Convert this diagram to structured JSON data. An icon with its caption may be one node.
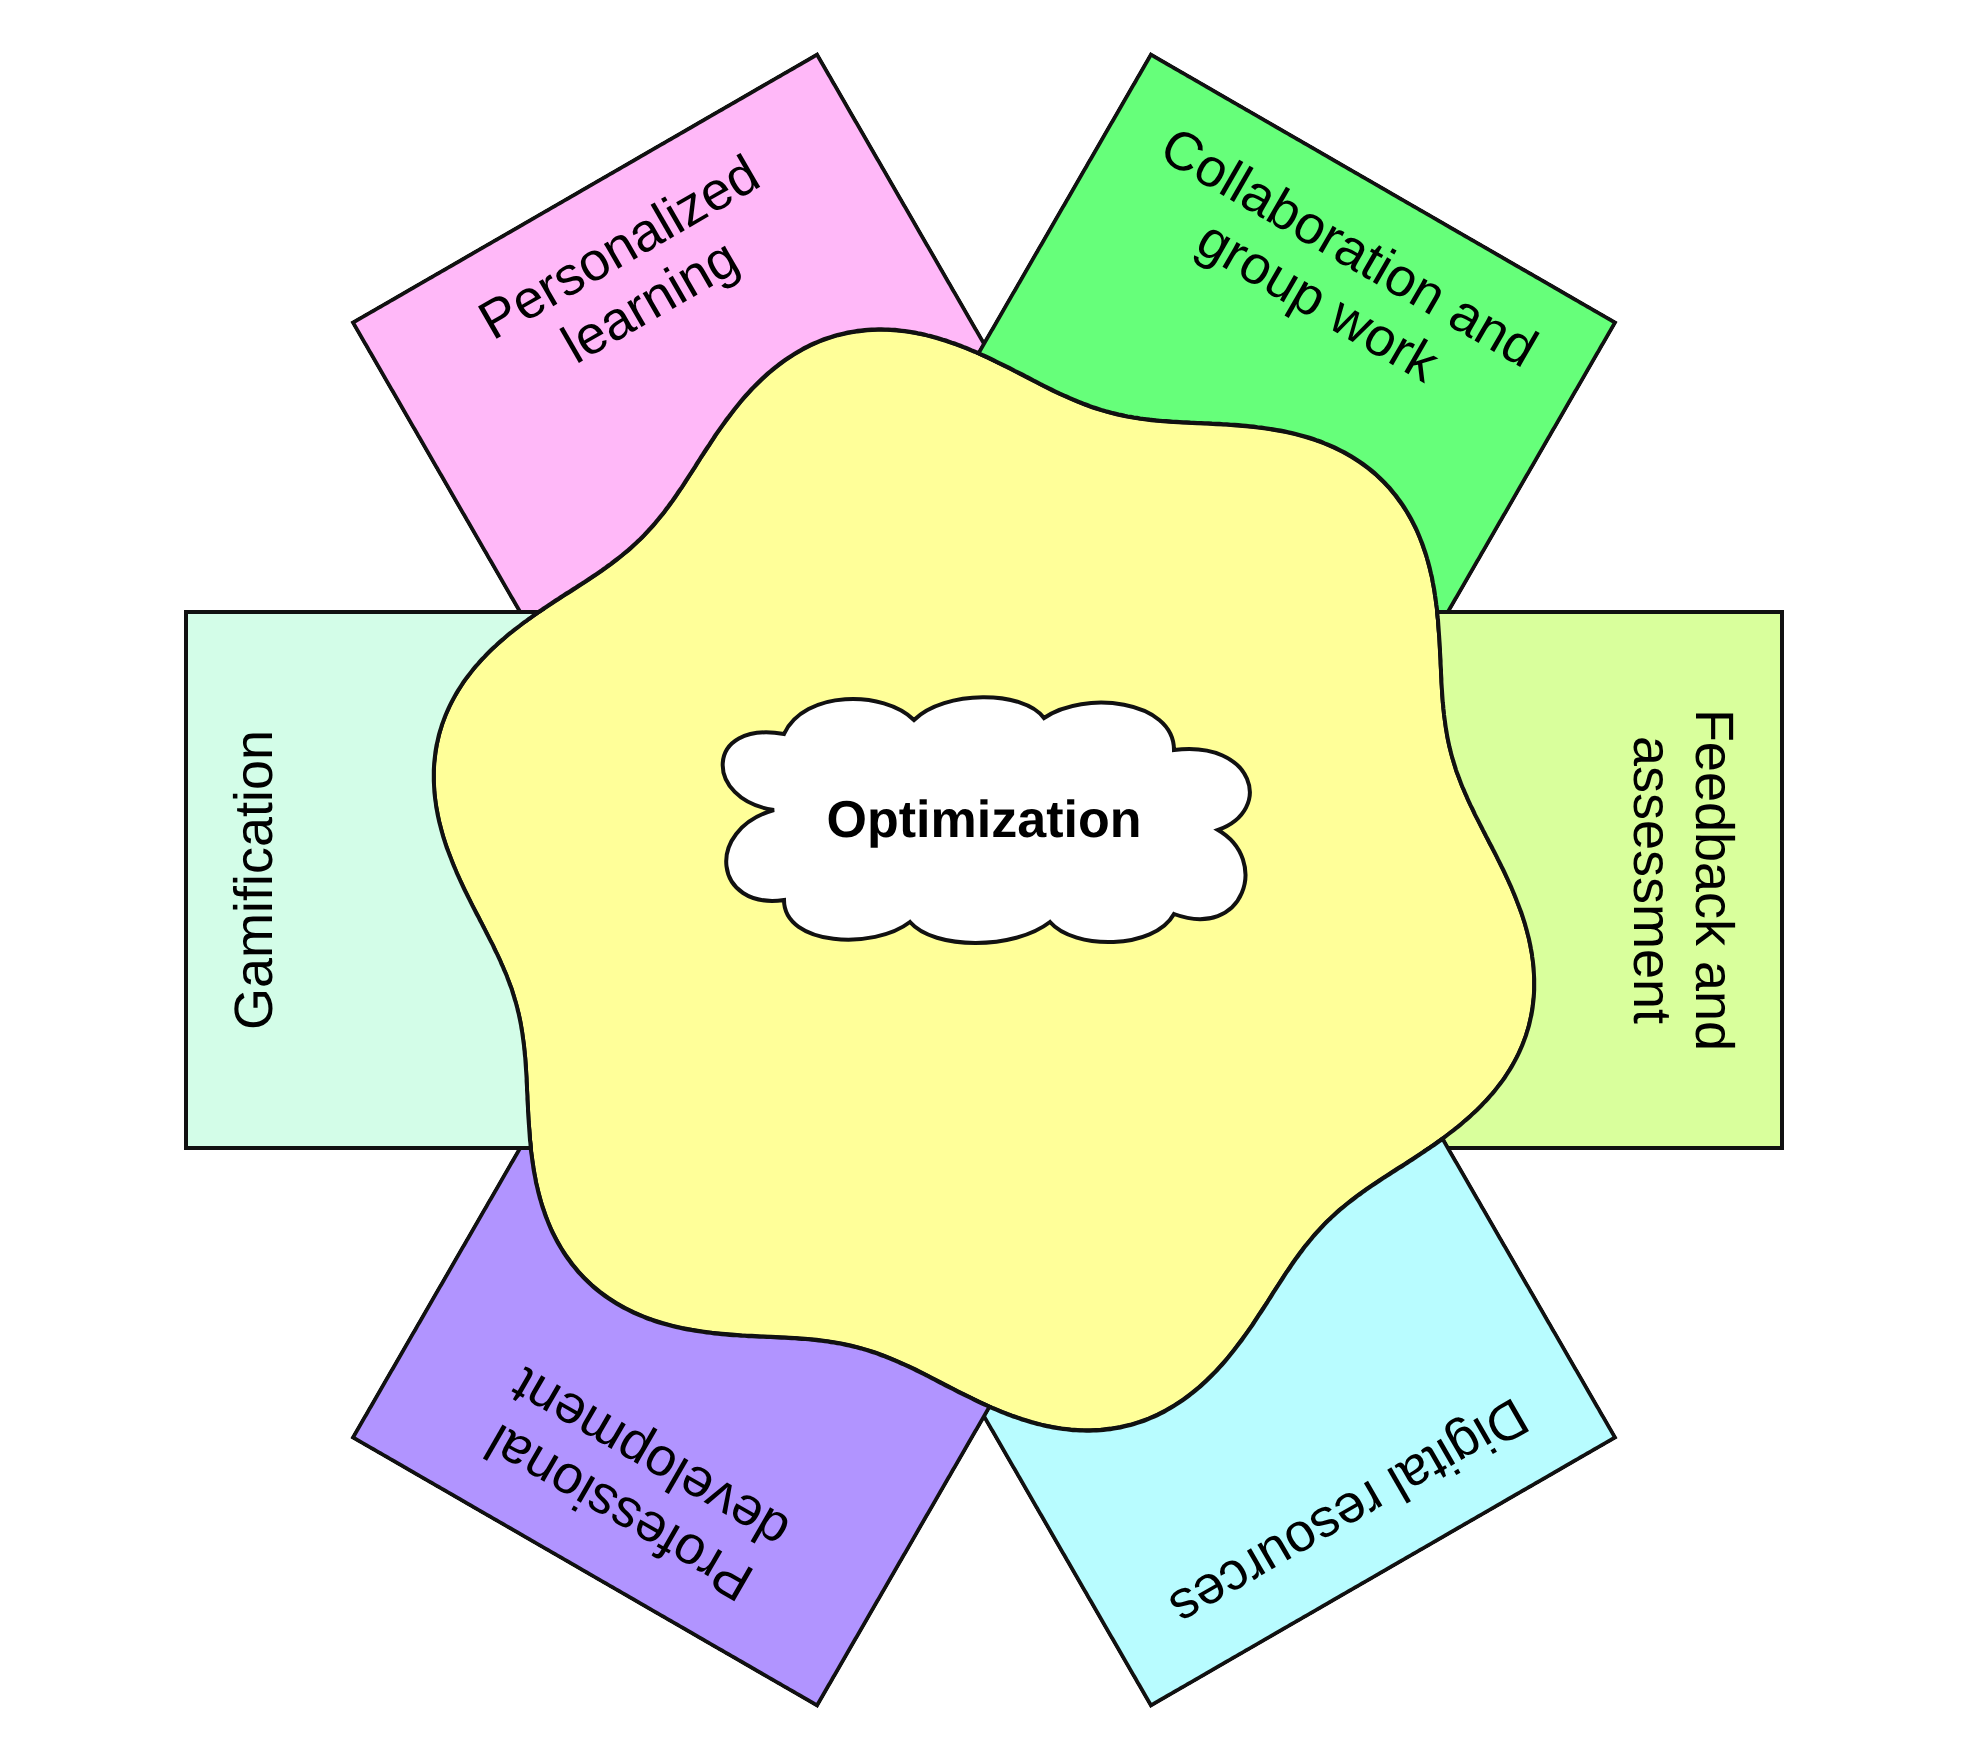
{
  "diagram": {
    "nodes": [
      {
        "text": [],
        "shape": "circle"
      },
      {
        "text": [
          "Optimization"
        ],
        "in": 0
      },
      {
        "text": [
          "Personalized learning"
        ]
      },
      {
        "text": [
          "Collaboration and group work"
        ]
      },
      {
        "text": [
          "Feedback and assessment"
        ]
      },
      {
        "text": [
          "Digital resources"
        ]
      },
      {
        "text": [
          "Professional development"
        ]
      },
      {
        "text": [
          "Gamification"
        ]
      }
    ],
    "edges": []
  }
}
